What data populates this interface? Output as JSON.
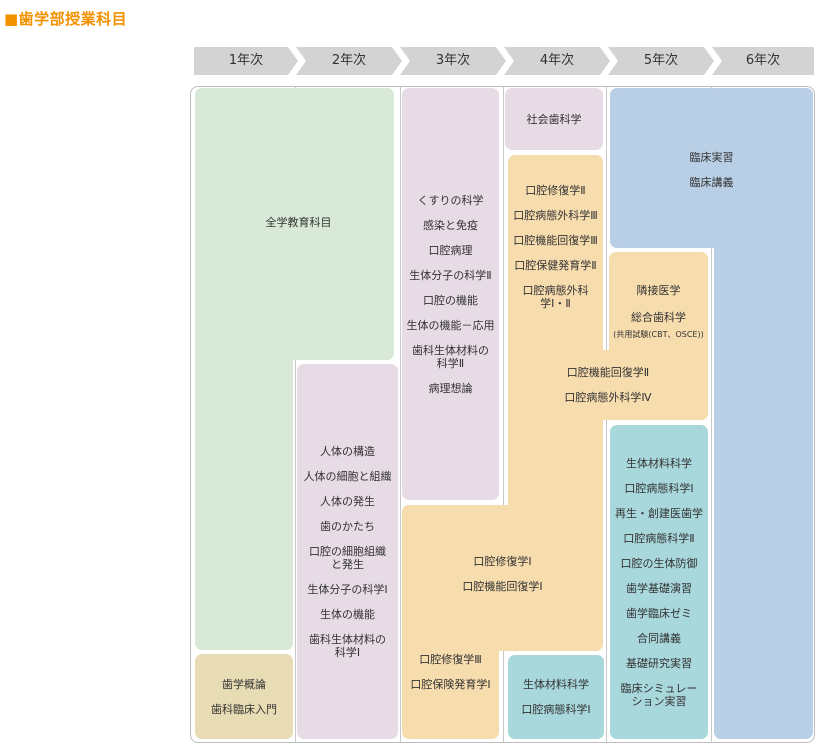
{
  "title": "■歯学部授業科目",
  "years": [
    "1年次",
    "2年次",
    "3年次",
    "4年次",
    "5年次",
    "6年次"
  ],
  "blocks": {
    "general_education": [
      "全学教育科目"
    ],
    "y1_intro": [
      "歯学概論",
      "歯科臨床入門"
    ],
    "y2_subjects": [
      "人体の構造",
      "人体の細胞と組織",
      "人体の発生",
      "歯のかたち",
      "口腔の細胞組織と発生",
      "生体分子の科学Ⅰ",
      "生体の機能",
      "歯科生体材料の科学Ⅰ"
    ],
    "y3_subjects": [
      "くすりの科学",
      "感染と免疫",
      "口腔病理",
      "生体分子の科学Ⅱ",
      "口腔の機能",
      "生体の機能－応用",
      "歯科生体材料の科学Ⅱ",
      "病理想論"
    ],
    "y3_lower": [
      "口腔修復学Ⅲ",
      "口腔保険発育学Ⅰ"
    ],
    "y34_shared": [
      "口腔修復学Ⅰ",
      "口腔機能回復学Ⅰ"
    ],
    "y4_social": [
      "社会歯科学"
    ],
    "y4_subjects": [
      "口腔修復学Ⅱ",
      "口腔病態外科学Ⅲ",
      "口腔機能回復学Ⅲ",
      "口腔保健発育学Ⅱ",
      "口腔病態外科学Ⅰ・Ⅱ"
    ],
    "y45_shared": [
      "口腔機能回復学Ⅱ",
      "口腔病態外科学Ⅳ"
    ],
    "y4_bottom": [
      "生体材料科学",
      "口腔病態科学Ⅰ"
    ],
    "clinical": [
      "臨床実習",
      "臨床講義"
    ],
    "y5_related": [
      "隣接医学",
      "総合歯科学"
    ],
    "y5_exam_note": "(共用試験(CBT、OSCE))",
    "y5_subjects": [
      "生体材料科学",
      "口腔病態科学Ⅰ",
      "再生・創建医歯学",
      "口腔病態科学Ⅱ",
      "口腔の生体防御",
      "歯学基礎演習",
      "歯学臨床ゼミ",
      "合同講義",
      "基礎研究実習",
      "臨床シミュレーション実習"
    ]
  },
  "colors": {
    "title": "#f39200",
    "year_tab": "#d3d3d3",
    "green": "#d8ead7",
    "beige": "#e8dcb5",
    "pink": "#e7dbe6",
    "orange": "#f7dcae",
    "blue": "#b9cfe6",
    "teal": "#a8d7dc"
  }
}
